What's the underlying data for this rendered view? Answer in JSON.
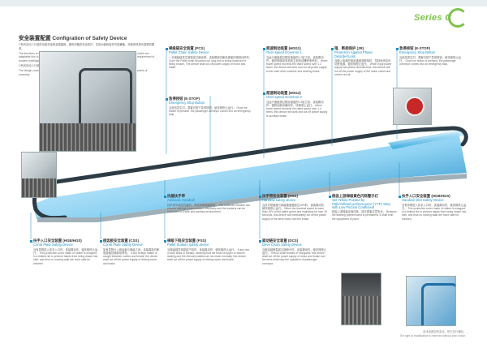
{
  "brand": {
    "logo": "Series C",
    "tagline": ""
  },
  "header": {
    "title_cn": "安全装置配置",
    "title_en": "Configration of Safety Device"
  },
  "intro": {
    "cn": "C系列自动人行道的功能完善和高端细致，拥有完备的安全防护，实用功能和增效节能兼备，完美体现现代建筑的要求。",
    "en1": "The functions of series C moving walk are set up with the all-round consideration of comfort service, which are adaptable due to the combination of practical functions and aesthetic functions and can meet all the requirement of modern buildings of cities.",
    "cn2": "C系列自动人行道的安全装置是在国家标准基础上提出更高要求的设计。",
    "en2": "The design conception of series C moving walk is to take into account passenger safety from all the points of company."
  },
  "callouts": [
    {
      "id": "pcs",
      "cn": "梯级链安全装置 (PCS)",
      "en": "Pallet Chain Safety Device",
      "text": "一旦梯级链发生断裂或过度延伸，该装置能切断电源使扶梯制动停车。 Once the Pallet chain becomes too long due to being loosened or being broken. The device shall cut off power supply of motor and brake."
    },
    {
      "id": "estop1",
      "cn": "急停按钮 (E-STOP)",
      "en": "Emergency Stop Button",
      "text": "当危险发生时，乘客可按下急停按钮，使扶梯停止运行。 Once the button is pressed, the passenger conveyor comes into an emergency stop."
    },
    {
      "id": "hdg1",
      "cn": "超速制动装置 (HDG1)",
      "en": "Over-speed Governor 1",
      "text": "当运行速度超过额定速度的1.2倍之前，该装置动作，使扶梯驱动电机和主机制动器断电停机。 When travel speed exceeds the rated speed over 1.2 times, the device will work and cut off power supply to the main drive machine and working brake."
    },
    {
      "id": "hdg2",
      "cn": "超速制动装置 (HDG2)",
      "en": "Over-speed Governor 2",
      "text": "当运行速度超过额定速度的1.4倍之前，该装置动作，使附加制动器动作，扶梯停止运行。 When travel speed exceeds the rated speed over 1.4 times, this device will work and cut off power supply to auxiliary brake."
    },
    {
      "id": "phase",
      "cn": "错、断相保护 (JR)",
      "en": "Protection Against Phase Disorder/Loss",
      "text": "当输入电源的相序错误或断相时，控制系统自动切断电源，使扶梯停止运行。 When input power supply has phase disorder/loss, this device will cut off the power supply of the motor circuit and control circuit."
    },
    {
      "id": "estop2",
      "cn": "急停按钮 (E-STOP)",
      "en": "Emergency Stop Button",
      "text": "当危险发生时，乘客可按下急停按钮，使扶梯停止运行。 Once the button is pressed, the passenger conveyor comes into an emergency stop."
    },
    {
      "id": "anti",
      "cn": "抗菌扶手带",
      "en": "Antibiotic Handrail",
      "text": "扶手带中添加抗菌剂，有效抑制细菌繁殖。 The antibiotic handrail can prevent pathogen transmission effectively and the bacteria can be controlled in a safe and sanitary environment."
    },
    {
      "id": "hss",
      "cn": "扶手带安全装置 (HSS)",
      "en": "Handrail safety device",
      "text": "当扶手带速度与梯级速度差超过15%时，该装置动作，使扶梯停止运行。 When the handrail speed is lower than 15% of the pallet speed and maintains for over 15 seconds, this device will immediately cut off the power supply of the drive motor and the brake."
    },
    {
      "id": "flash",
      "cn": "梳齿上游梯级黄色闪烁警示灯",
      "en": "Set Yellow Pointed by Pale/Yellow/Luminescence (YYP) Step with Low Friction Coefficient",
      "text": "梳齿上游梯级边缘闪烁，提示乘客注意安全。 Because the flashing pointed band is permanent, it shall emit the equipment of paint."
    },
    {
      "id": "hgb",
      "cn": "扶手入口安全装置 (HGB/HGS)",
      "en": "Handrail Inlet Safety Device",
      "text": "当有异物进入扶手入口时，该装置动作，使扶梯停止运行。 This protective cover made of rubber is wrapped in a limited rim to prevent hands from being drawn into inlet, and thus no moving walk are more safe for children."
    },
    {
      "id": "hgb2",
      "cn": "扶手入口安全装置 (HGB/HGS)",
      "en": "Comb Plate Safety Device",
      "text": "当有异物进入扶手入口时，该装置动作，使扶梯停止运行。 This protective cover made of rubber is wrapped in a limited rim to prevent hands from being drawn into inlet, and thus no moving walk are more safe for children."
    },
    {
      "id": "css",
      "cn": "梳齿板安全装置 (CSS)",
      "en": "Comb Plate Safety Device",
      "text": "如有异物卡入梳齿板与梯级之间，该装置能切断电源使扶梯制动停车。 If any foreign matter is caught between combs and treads, the device shall cut off the power supply of driving motor and brake."
    },
    {
      "id": "pss",
      "cn": "梯级下陷安全装置 (PSS)",
      "en": "Pallet Sunken safety device",
      "text": "当梯级因异常原因下陷时，该装置动作，使扶梯停止运行。 If any one of step sinks or breaks, meaning that the tread of upper or bottom landing and the relevant pallets can not mesh normally, this device shall cut off the power supply of driving motor and brake."
    },
    {
      "id": "dcs",
      "cn": "驱动链安全装置 (DCS)",
      "en": "Drive Chain Safety Device",
      "text": "当驱动链断裂或过度伸长时，该装置动作，使扶梯停止运行。 If drive chain breaks or elongates, this device shall cut off the power supply of motor and brake and the drive shall stop the operation of passenger conveyor."
    }
  ],
  "footer": {
    "cn": "技术参数如有变化，恕不另行通知。",
    "en": "The right of modification is reserved without prior notice."
  },
  "colors": {
    "accent": "#1b8fc6",
    "brand_green": "#7cc34a",
    "handrail": "#2c3b44"
  }
}
